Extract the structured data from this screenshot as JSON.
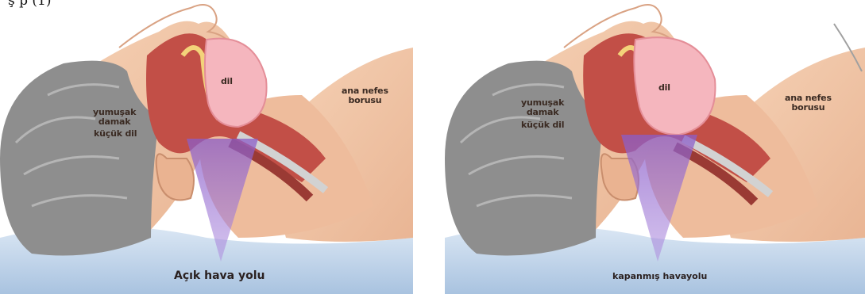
{
  "top_fragment": "ş    p          (1)",
  "panels": [
    {
      "labels": {
        "tongue": "dil",
        "soft_palate": "yumuşak\ndamak",
        "uvula": "küçük dil",
        "trachea": "ana nefes\nborusu"
      },
      "caption": "Açık hava yolu",
      "airway_state": "open"
    },
    {
      "labels": {
        "tongue": "dil",
        "soft_palate": "yumuşak\ndamak",
        "uvula": "küçük dil",
        "trachea": "ana nefes\nborusu"
      },
      "caption": "kapanmış havayolu",
      "airway_state": "closed"
    }
  ],
  "colors": {
    "skin": "#f1c6a6",
    "skin_shadow": "#dca888",
    "hair": "#8c8c8c",
    "pillow": "#c6d9ee",
    "tongue": "#f4b2ba",
    "airway": "#c0504a",
    "purple_beam": "#9a6bd0"
  }
}
